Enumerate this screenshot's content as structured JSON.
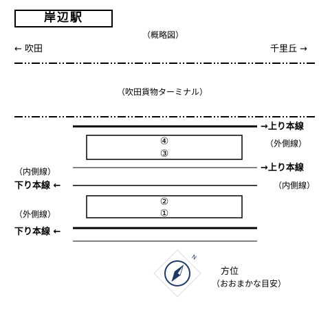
{
  "title": "岸辺駅",
  "subtitle": "（概略図）",
  "direction_left": "← 吹田",
  "direction_right": "千里丘 →",
  "freight_terminal": "（吹田貨物ターミナル）",
  "tracks": {
    "up_main_1": "→上り本線",
    "outer_line_1": "（外側線）",
    "inner_line_left": "（内側線）",
    "up_main_2": "→上り本線",
    "down_main_1": "下り本線 ←",
    "inner_line_right": "（内側線）",
    "outer_line_2": "（外側線）",
    "down_main_2": "下り本線 ←"
  },
  "platforms": {
    "upper": {
      "track_a": "④",
      "track_b": "③"
    },
    "lower": {
      "track_a": "②",
      "track_b": "①"
    }
  },
  "compass": {
    "north_label": "N",
    "label": "方位",
    "note": "（おおまかな目安）"
  },
  "colors": {
    "line": "#000000",
    "compass": "#1f3864"
  }
}
